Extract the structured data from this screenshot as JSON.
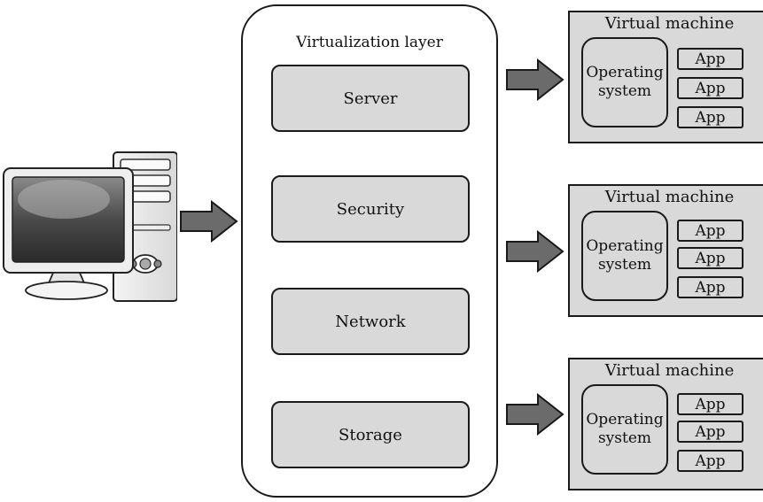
{
  "virtualization_layer": {
    "title": "Virtualization layer",
    "services": [
      "Server",
      "Security",
      "Network",
      "Storage"
    ]
  },
  "virtual_machines": [
    {
      "title": "Virtual machine",
      "os_line1": "Operating",
      "os_line2": "system",
      "apps": [
        "App",
        "App",
        "App"
      ]
    },
    {
      "title": "Virtual machine",
      "os_line1": "Operating",
      "os_line2": "system",
      "apps": [
        "App",
        "App",
        "App"
      ]
    },
    {
      "title": "Virtual machine",
      "os_line1": "Operating",
      "os_line2": "system",
      "apps": [
        "App",
        "App",
        "App"
      ]
    }
  ],
  "colors": {
    "box_fill": "#d9d9d9",
    "arrow_fill": "#6b6b6b",
    "stroke": "#1a1a1a"
  },
  "icons": [
    "desktop-computer-icon",
    "right-arrow-icon"
  ]
}
